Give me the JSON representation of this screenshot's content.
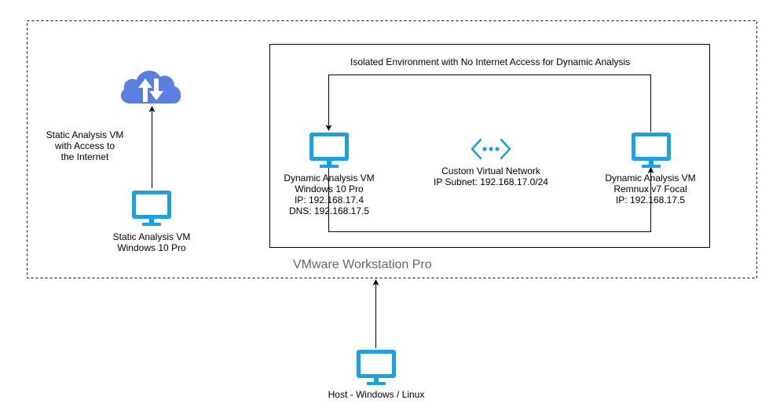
{
  "colors": {
    "monitor": "#1ba1e2",
    "cloud": "#5b7fe0",
    "network": "#1ba1e2",
    "vmware_text": "#666666"
  },
  "outer_box": {
    "label": "VMware Workstation Pro"
  },
  "isolated_box": {
    "title": "Isolated Environment with No Internet Access for Dynamic Analysis"
  },
  "cloud": {
    "icon": "cloud-upload-download-icon"
  },
  "static_vm": {
    "icon": "monitor-icon",
    "access_label": [
      "Static Analysis VM",
      "with Access to",
      "the Internet"
    ],
    "label": [
      "Static Analysis VM",
      "Windows 10 Pro"
    ]
  },
  "dynamic_windows_vm": {
    "icon": "monitor-icon",
    "label": [
      "Dynamic Analysis VM",
      "Windows 10 Pro",
      "IP: 192.168.17.4",
      "DNS: 192.168.17.5"
    ]
  },
  "virtual_network": {
    "icon": "virtual-network-icon",
    "label": [
      "Custom Virtual Network",
      "IP Subnet: 192.168.17.0/24"
    ]
  },
  "dynamic_remnux_vm": {
    "icon": "monitor-icon",
    "label": [
      "Dynamic Analysis VM",
      "Remnux v7 Focal",
      "IP: 192.168.17.5"
    ]
  },
  "host": {
    "icon": "monitor-icon",
    "label": "Host - Windows / Linux"
  }
}
